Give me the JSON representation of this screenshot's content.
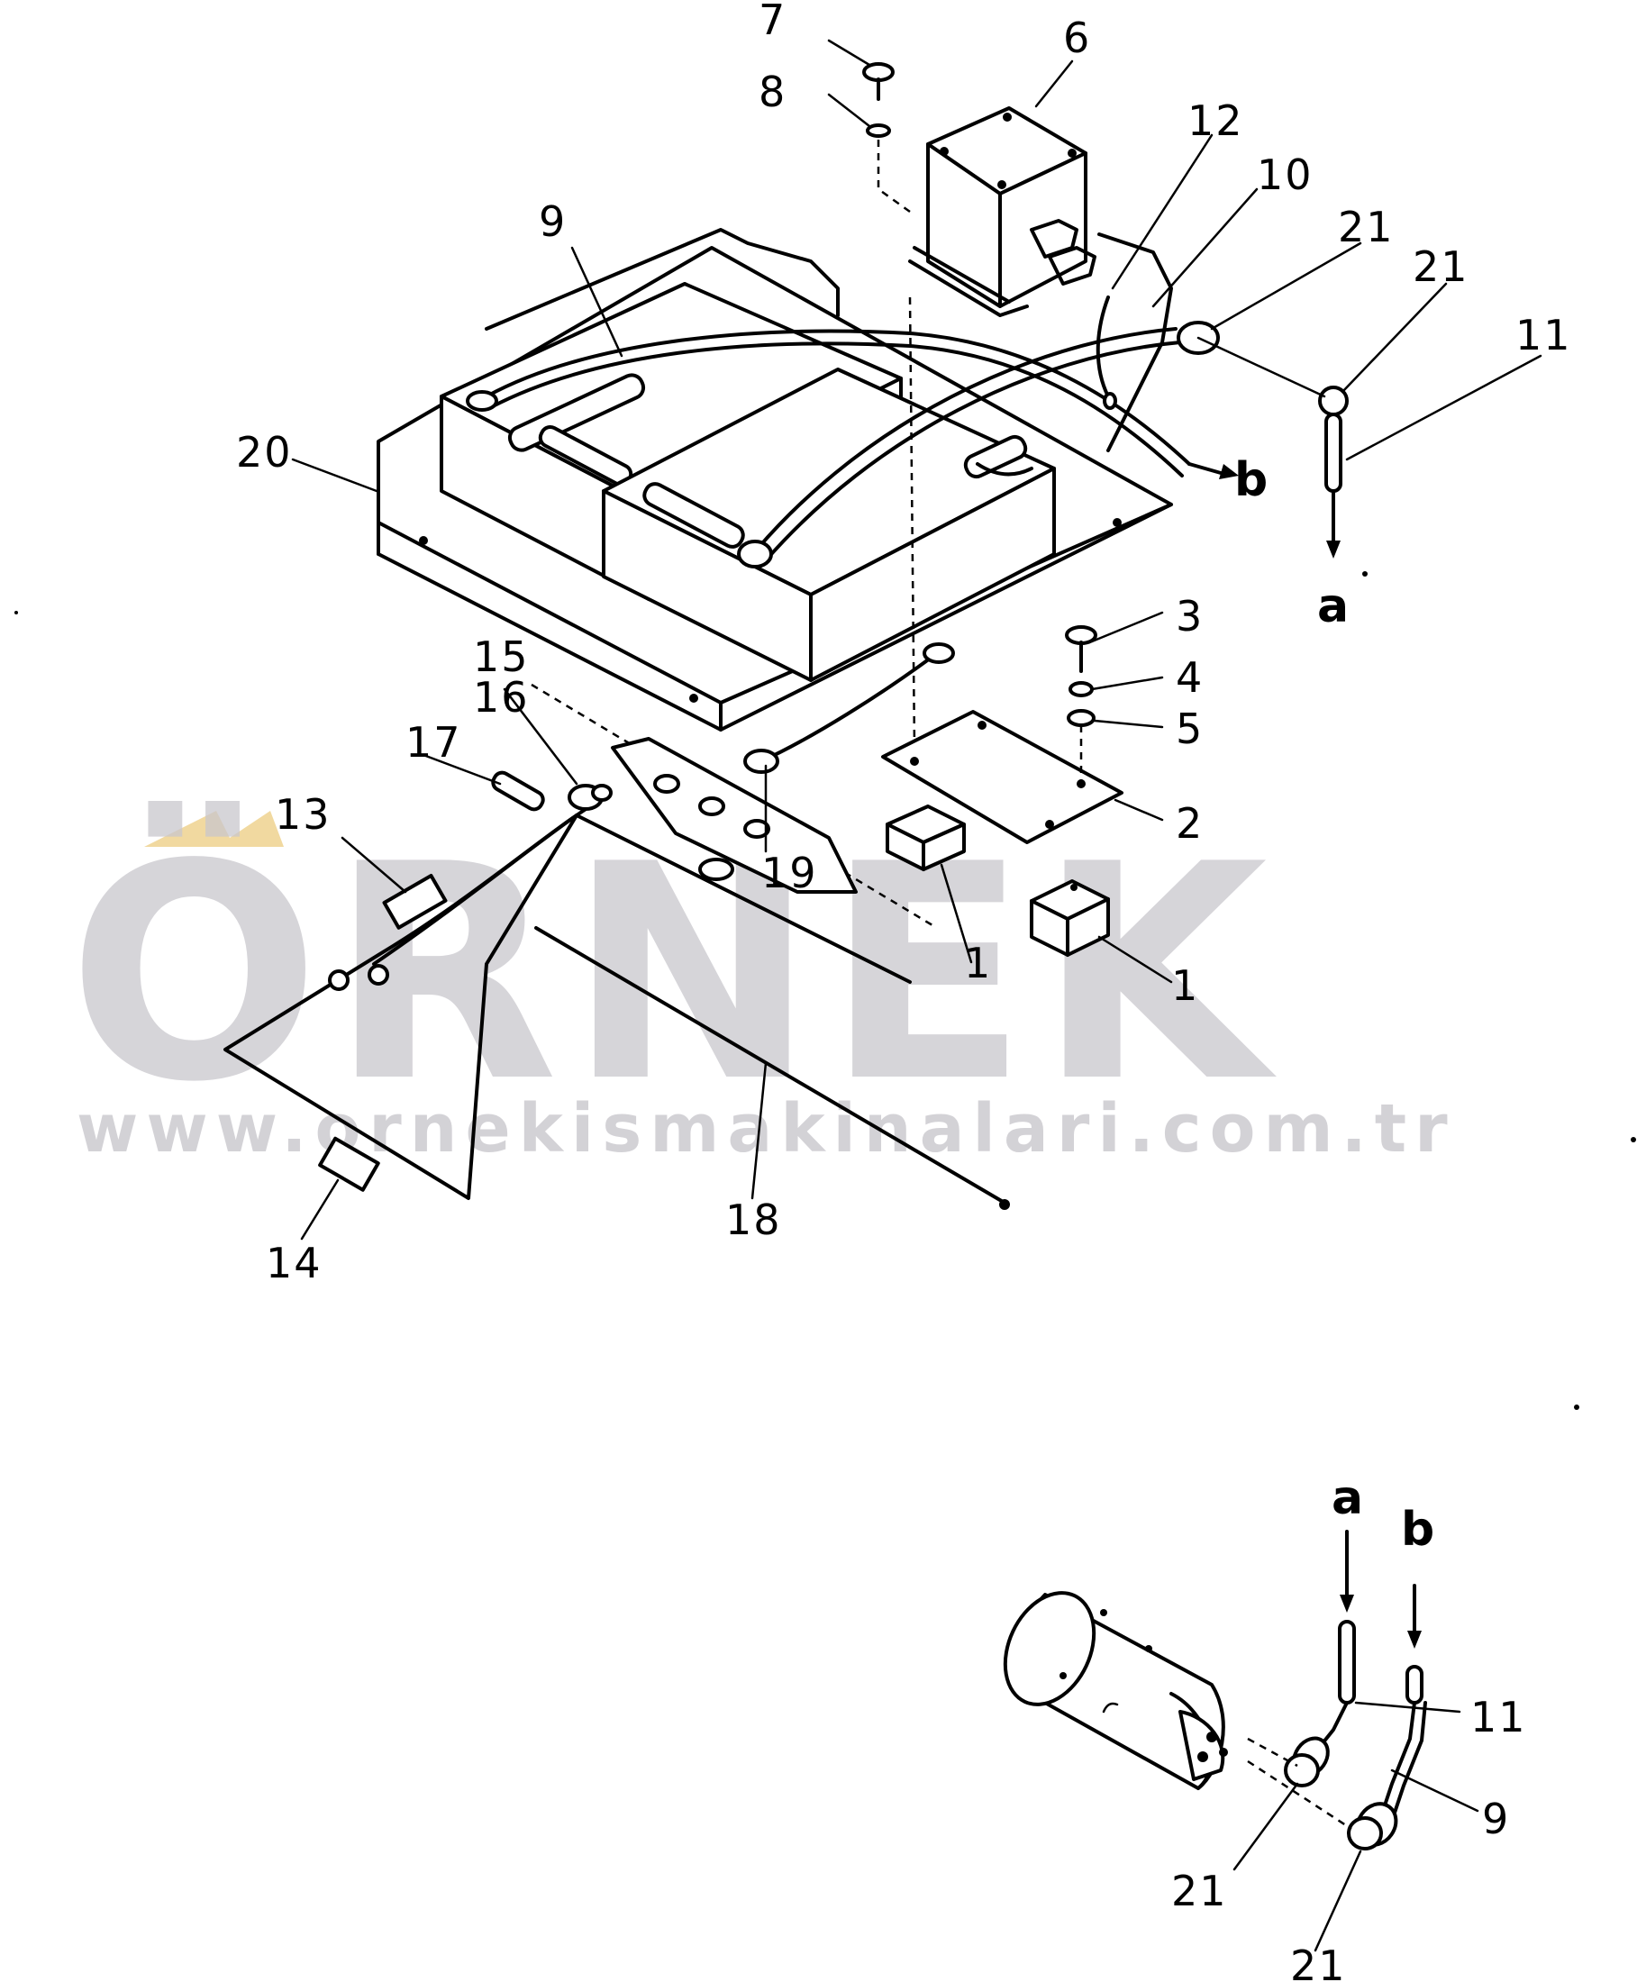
{
  "watermark": {
    "brand": "ÖRNEK",
    "url": "www.ornekismakinalari.com.tr",
    "brand_color": "#c9c7cd",
    "accent_color": "#f1d9a0"
  },
  "callouts": {
    "c1a": "1",
    "c1b": "1",
    "c2": "2",
    "c3": "3",
    "c4": "4",
    "c5": "5",
    "c6": "6",
    "c7": "7",
    "c8": "8",
    "c9a": "9",
    "c9b": "9",
    "c10": "10",
    "c11a": "11",
    "c11b": "11",
    "c12": "12",
    "c13": "13",
    "c14": "14",
    "c15": "15",
    "c16": "16",
    "c17": "17",
    "c18": "18",
    "c19": "19",
    "c20": "20",
    "c21a": "21",
    "c21b": "21",
    "c21c": "21",
    "c21d": "21"
  },
  "connectors": {
    "a_top": "a",
    "b_top": "b",
    "a_bottom": "a",
    "b_bottom": "b"
  }
}
